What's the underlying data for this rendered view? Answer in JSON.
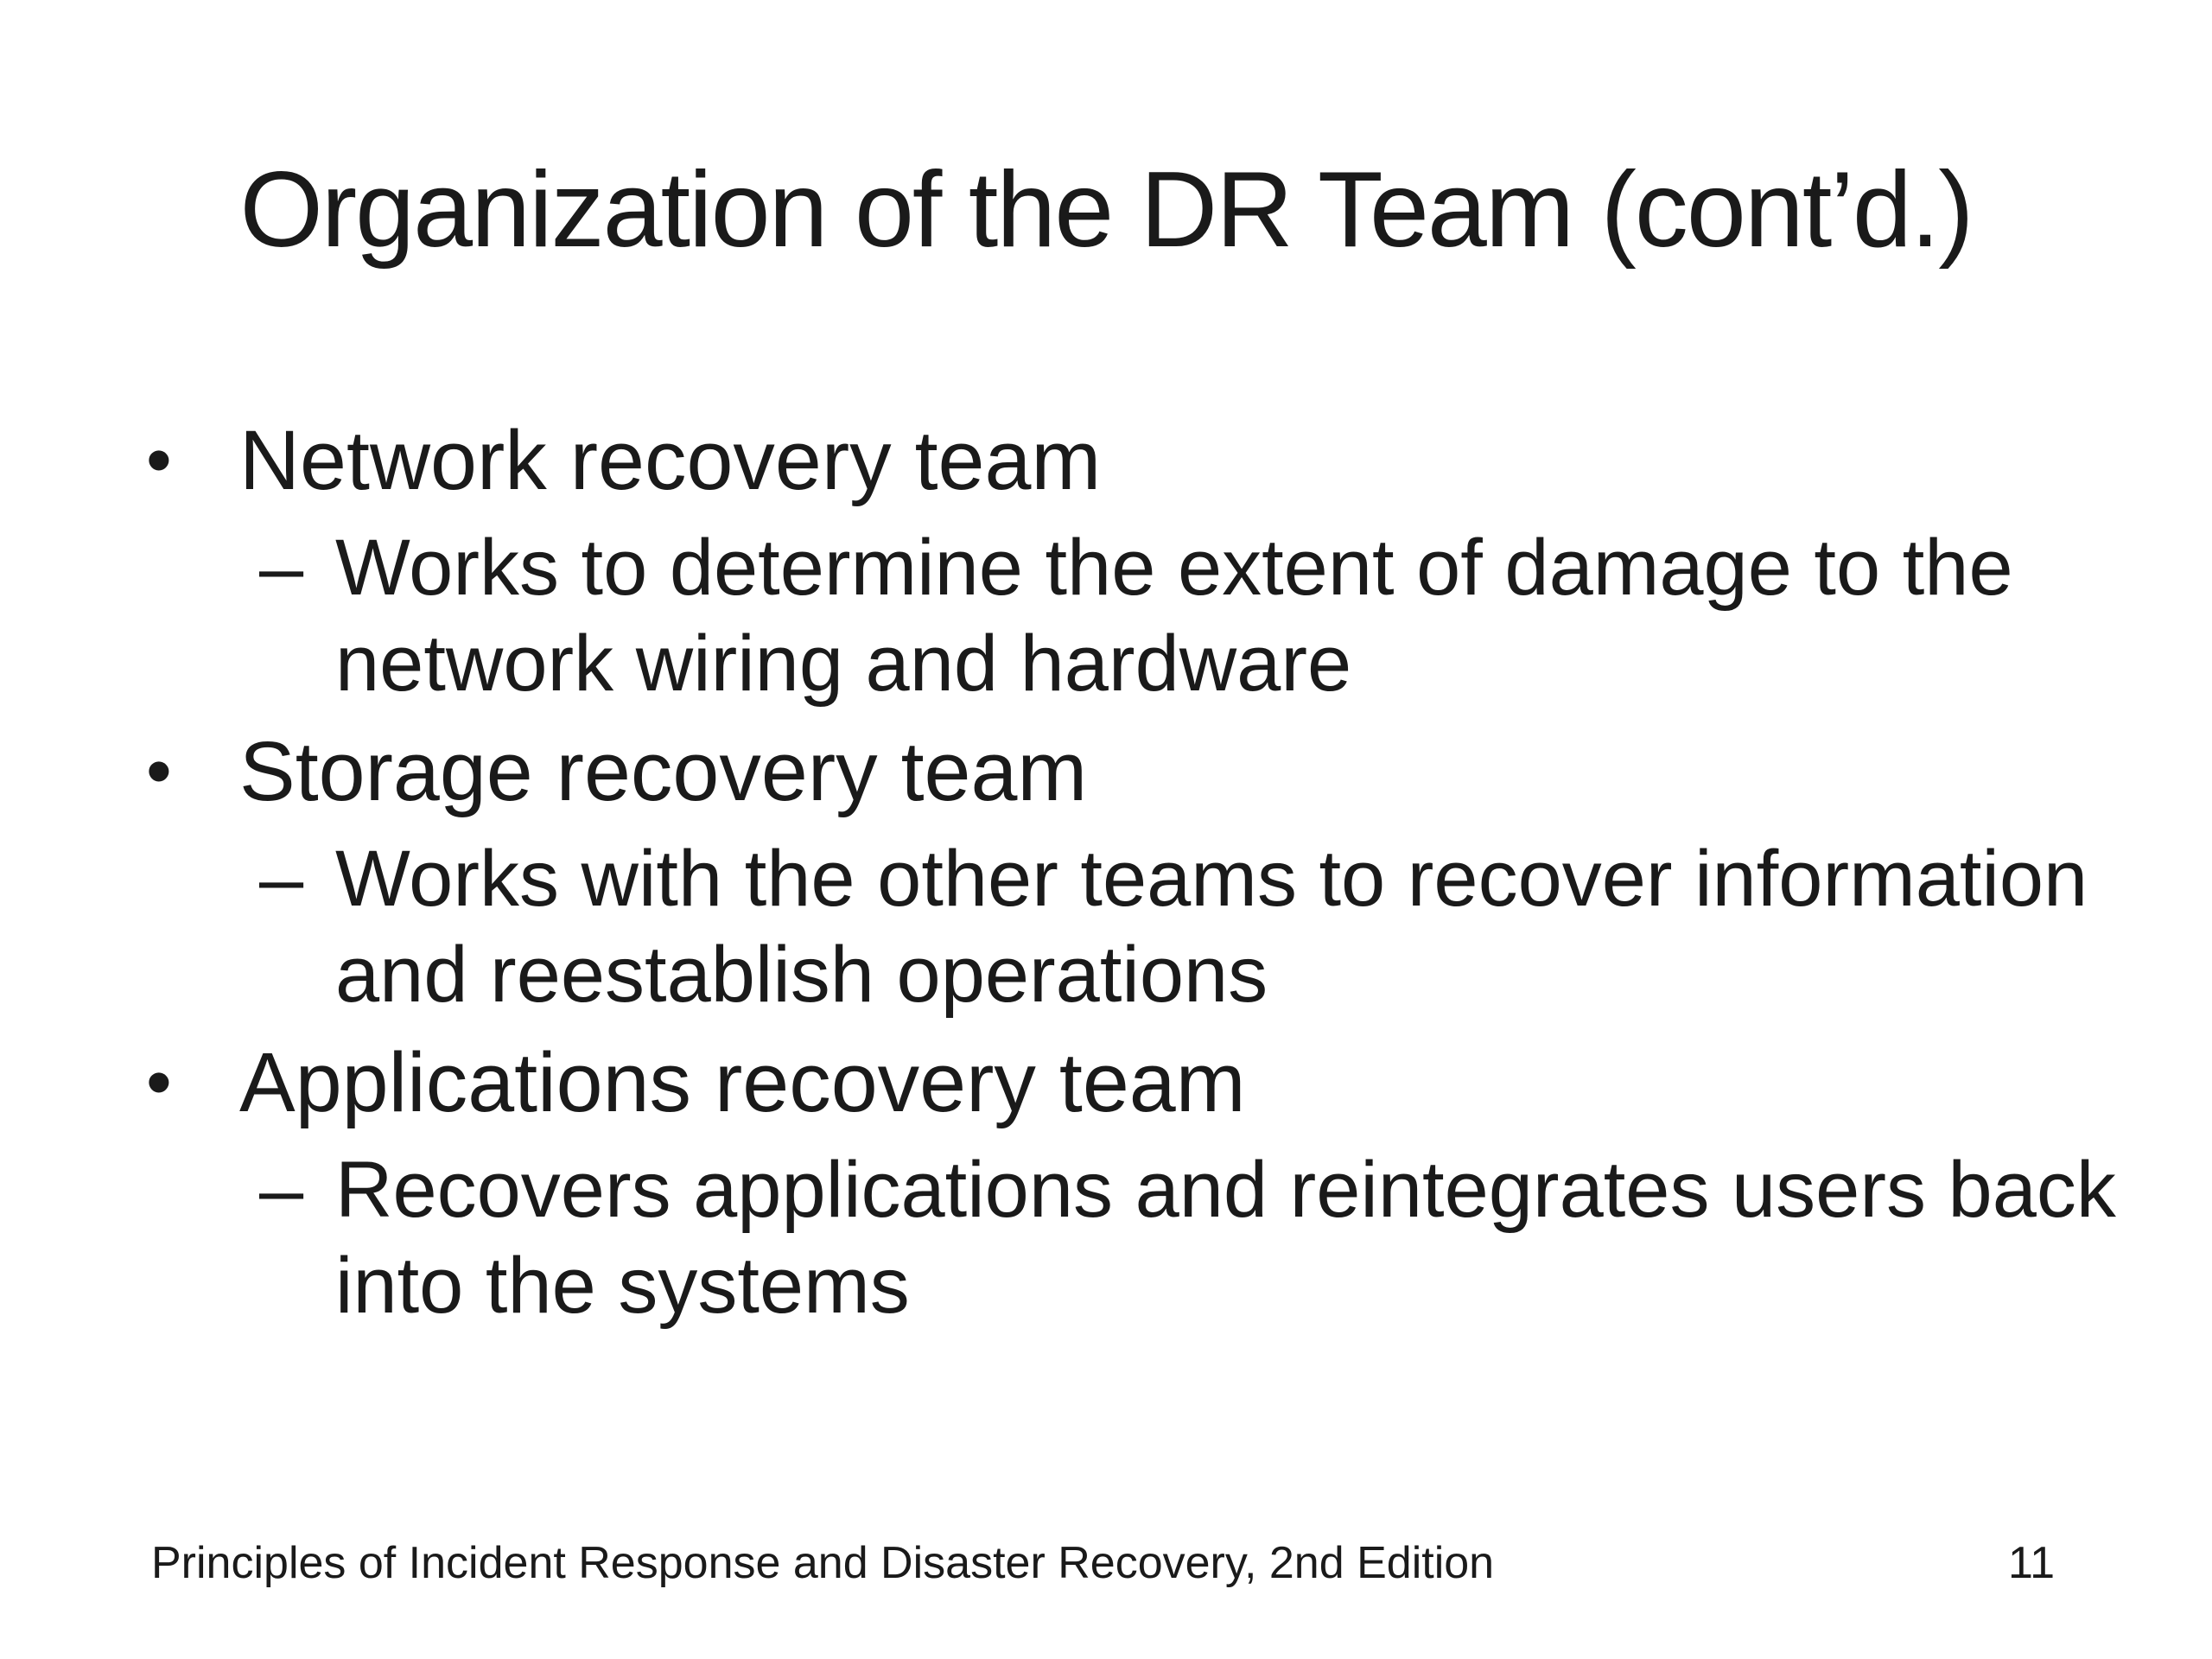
{
  "slide": {
    "title": "Organization of the DR Team (cont’d.)",
    "bullets": [
      {
        "marker": "•",
        "label": "Network recovery team",
        "sub": {
          "marker": "–",
          "lines": [
            "Works to determine the extent of damage to the",
            "network wiring and hardware"
          ]
        }
      },
      {
        "marker": "•",
        "label": "Storage recovery team",
        "sub": {
          "marker": "–",
          "lines": [
            "Works with the other teams to recover information",
            "and reestablish operations"
          ]
        }
      },
      {
        "marker": "•",
        "label": "Applications recovery team",
        "sub": {
          "marker": "–",
          "lines": [
            "Recovers applications and reintegrates users back",
            "into the systems"
          ]
        }
      }
    ],
    "footer": {
      "text": "Principles of Incident Response and Disaster Recovery, 2nd Edition",
      "page_number": "11"
    },
    "colors": {
      "background": "#ffffff",
      "text": "#1a1a1a"
    }
  }
}
